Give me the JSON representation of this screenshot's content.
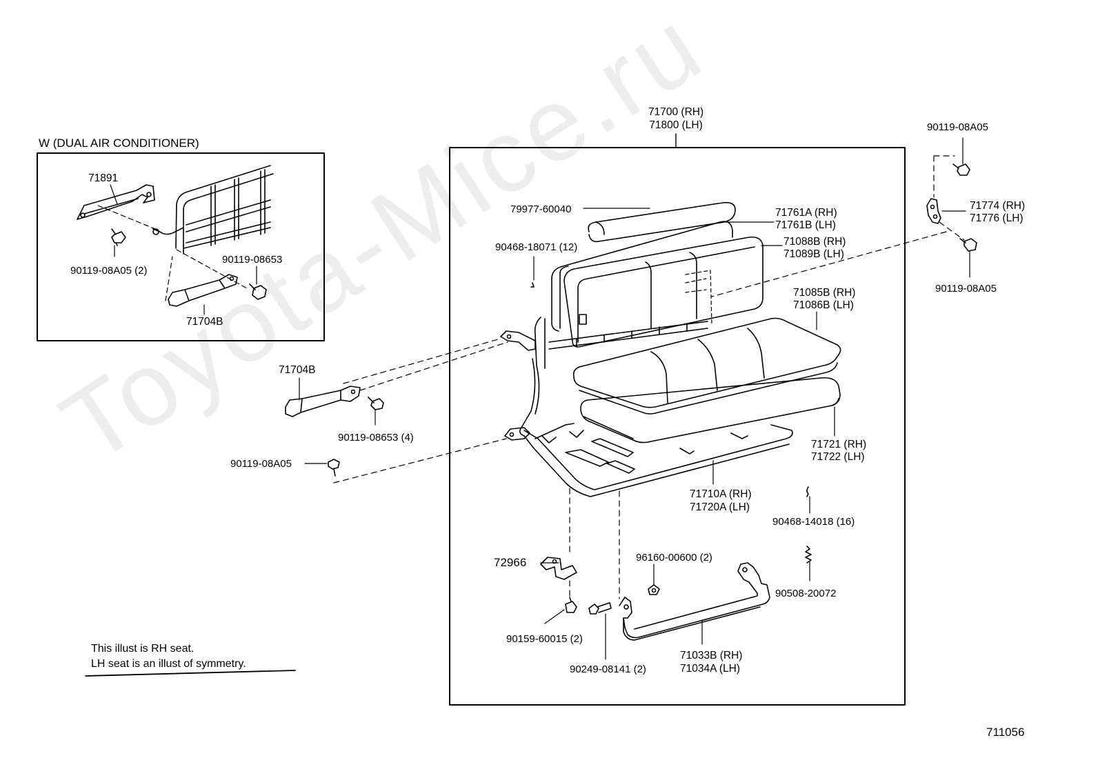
{
  "watermark": "Toyota-Mice.ru",
  "inset_title": "W (DUAL AIR CONDITIONER)",
  "note_line1": "This illust is RH seat.",
  "note_line2": "LH seat is an illust of symmetry.",
  "figure_number": "711056",
  "parts": {
    "p71891": "71891",
    "p90119_08A05_2": "90119-08A05 (2)",
    "p90119_08653_inset": "90119-08653",
    "p71704B_inset": "71704B",
    "p71704B": "71704B",
    "p90119_08653_4": "90119-08653 (4)",
    "p90119_08A05_left": "90119-08A05",
    "p71700": "71700 (RH)",
    "p71800": "71800 (LH)",
    "p79977": "79977-60040",
    "p90468_18071": "90468-18071 (12)",
    "p71761A": "71761A (RH)",
    "p71761B": "71761B (LH)",
    "p71088B": "71088B (RH)",
    "p71089B": "71089B (LH)",
    "p71085B": "71085B (RH)",
    "p71086B": "71086B (LH)",
    "p71721": "71721 (RH)",
    "p71722": "71722 (LH)",
    "p71710A": "71710A (RH)",
    "p71720A": "71720A (LH)",
    "p90468_14018": "90468-14018 (16)",
    "p90508": "90508-20072",
    "p96160": "96160-00600 (2)",
    "p72966": "72966",
    "p90159": "90159-60015 (2)",
    "p90249": "90249-08141 (2)",
    "p71033B": "71033B (RH)",
    "p71034A": "71034A (LH)",
    "p90119_08A05_top": "90119-08A05",
    "p71774": "71774 (RH)",
    "p71776": "71776 (LH)",
    "p90119_08A05_right": "90119-08A05"
  }
}
